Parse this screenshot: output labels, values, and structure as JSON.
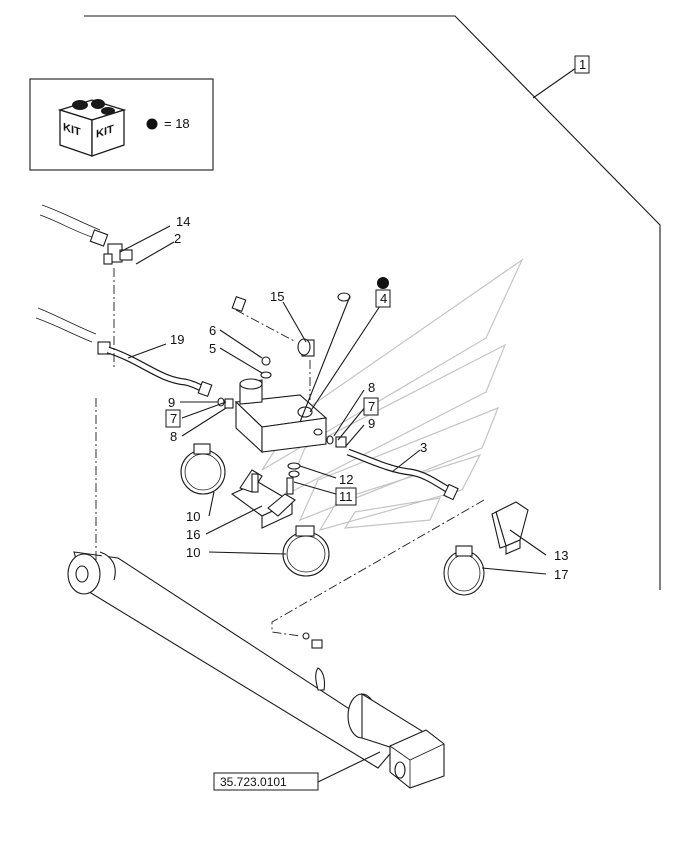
{
  "kit": {
    "kit_text": "KIT",
    "legend_value": "= 18"
  },
  "reference": "35.723.0101",
  "callouts": [
    {
      "text": "1",
      "boxed": true
    },
    {
      "text": "2",
      "boxed": false
    },
    {
      "text": "3",
      "boxed": false
    },
    {
      "text": "4",
      "boxed": true
    },
    {
      "text": "5",
      "boxed": false
    },
    {
      "text": "6",
      "boxed": false
    },
    {
      "text": "7",
      "boxed": true
    },
    {
      "text": "7",
      "boxed": true
    },
    {
      "text": "8",
      "boxed": false
    },
    {
      "text": "8",
      "boxed": false
    },
    {
      "text": "9",
      "boxed": false
    },
    {
      "text": "9",
      "boxed": false
    },
    {
      "text": "10",
      "boxed": false
    },
    {
      "text": "10",
      "boxed": false
    },
    {
      "text": "11",
      "boxed": true
    },
    {
      "text": "12",
      "boxed": false
    },
    {
      "text": "13",
      "boxed": false
    },
    {
      "text": "14",
      "boxed": false
    },
    {
      "text": "15",
      "boxed": false
    },
    {
      "text": "16",
      "boxed": false
    },
    {
      "text": "17",
      "boxed": false
    },
    {
      "text": "19",
      "boxed": false
    }
  ]
}
